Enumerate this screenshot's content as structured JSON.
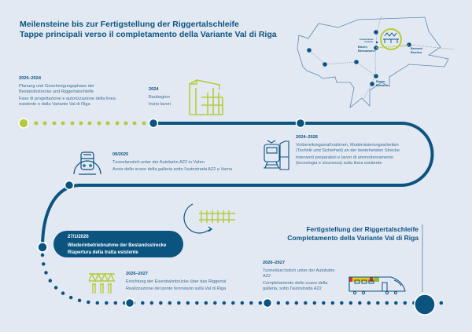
{
  "title": {
    "de": "Meilensteine bis zur Fertigstellung der Riggertalschleife",
    "it": "Tappe principali verso il completamento della Variante Val di Riga"
  },
  "map": {
    "cities": [
      {
        "de": "Franzensfeste",
        "it": "Fortezza"
      },
      {
        "de": "Brixen",
        "it": "Bressanone"
      },
      {
        "de": "Bruneck",
        "it": "Brunico"
      },
      {
        "de": "Bozen",
        "it": "Bolzano"
      }
    ]
  },
  "milestones": [
    {
      "year": "2020–2024",
      "de": "Planung und Genehmigungsphase der Bestandsstrecke und Riggertalschleife",
      "it": "Fase di progettazione e autorizzazione della linea esistente e della Variante Val di Riga",
      "icon": "planning-dots"
    },
    {
      "year": "2024",
      "de": "Baubeginn",
      "it": "Inizio lavori",
      "icon": "crane-icon"
    },
    {
      "year": "2024–2026",
      "de": "Vorbereitungsmaßnahmen, Modernisierungsarbeiten (Technik und Sicherheit) an der bestehenden Strecke",
      "it": "Interventi preparatori e lavori di ammodernamento (tecnologia e sicurezza) sulla linea esistente",
      "icon": "train-station-icon"
    },
    {
      "year": "09/2025",
      "de": "Tunnelanstich unter der Autobahn A22 in Vahrn",
      "it": "Avvio dello scavo della galleria sotto l'autostrada A22 a Varna",
      "icon": "tunnel-train-icon"
    },
    {
      "year": "27/1/2026",
      "de": "Wiederinbetriebnahme der Bestandsstrecke",
      "it": "Riapertura della tratta esistente",
      "icon": "track-cycle-icon"
    },
    {
      "year": "2026–2027",
      "de": "Errichtung der Eisenbahnbrücke über das Riggertal",
      "it": "Realizzazione del ponte ferroviario sulla Val di Riga",
      "icon": "bridge-icon"
    },
    {
      "year": "2026–2027",
      "de": "Tunneldurchstich unter der Autobahn A22",
      "it": "Completamento dello scavo della galleria, sotto l'autostrada A22",
      "icon": "high-speed-train-icon"
    }
  ],
  "final": {
    "de": "Fertigstellung der Riggertalschleife",
    "it": "Completamento della Variante Val di Riga"
  },
  "colors": {
    "primary": "#0b5480",
    "accent": "#b5cc3a",
    "background": "#e3e9f3",
    "muted": "#3a6f95"
  }
}
